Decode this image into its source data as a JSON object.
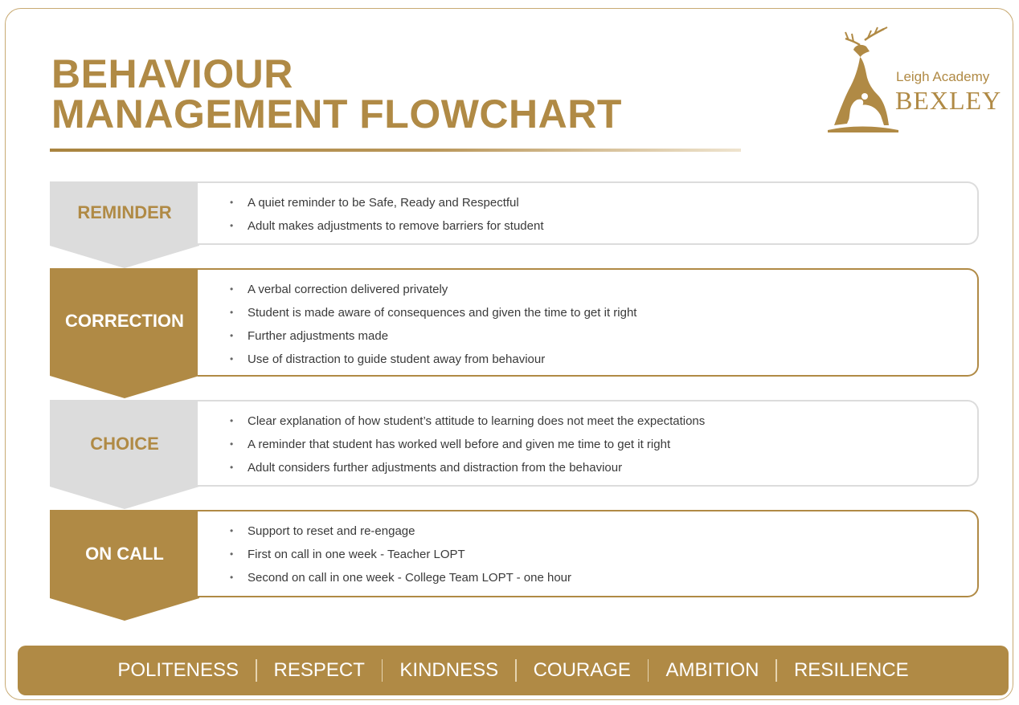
{
  "header": {
    "title_line1": "BEHAVIOUR",
    "title_line2": "MANAGEMENT FLOWCHART",
    "logo_line1": "Leigh Academy",
    "logo_line2": "BEXLEY"
  },
  "colors": {
    "gold": "#b08a45",
    "grey_tab": "#dcdcdc",
    "text": "#3a3a3a"
  },
  "steps": [
    {
      "label": "REMINDER",
      "style": "light",
      "items": [
        "A quiet reminder to be Safe, Ready and Respectful",
        "Adult makes adjustments to remove barriers for student"
      ]
    },
    {
      "label": "CORRECTION",
      "style": "gold",
      "items": [
        "A verbal correction delivered privately",
        "Student is made aware of consequences and given the time to get it right",
        "Further adjustments made",
        "Use of distraction to guide student away from behaviour"
      ]
    },
    {
      "label": "CHOICE",
      "style": "light",
      "items": [
        "Clear explanation of how student’s attitude to learning does not meet the expectations",
        "A reminder that student has worked well before and given me time to get it right",
        "Adult considers further adjustments and distraction from the behaviour"
      ]
    },
    {
      "label": "ON CALL",
      "style": "gold",
      "items": [
        "Support to reset and re-engage",
        "First on call in one week - Teacher LOPT",
        "Second on call in one week - College Team LOPT - one hour"
      ]
    }
  ],
  "footer": {
    "values": [
      "POLITENESS",
      "RESPECT",
      "KINDNESS",
      "COURAGE",
      "AMBITION",
      "RESILIENCE"
    ]
  }
}
